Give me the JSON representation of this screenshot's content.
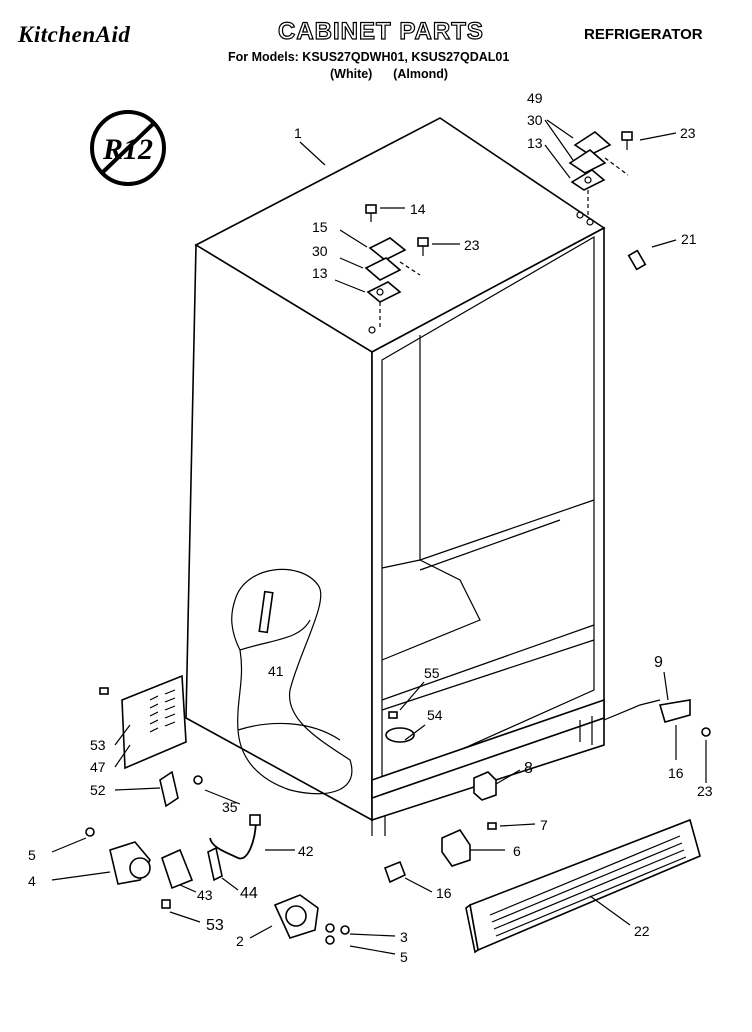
{
  "header": {
    "brand": "KitchenAid",
    "title": "CABINET PARTS",
    "appliance": "REFRIGERATOR",
    "models_line": "For Models: KSUS27QDWH01, KSUS27QDAL01",
    "variants_line": "(White)      (Almond)"
  },
  "badge": {
    "text": "R12"
  },
  "callouts": [
    {
      "id": "1",
      "label": "1"
    },
    {
      "id": "49",
      "label": "49"
    },
    {
      "id": "30a",
      "label": "30"
    },
    {
      "id": "13a",
      "label": "13"
    },
    {
      "id": "23a",
      "label": "23"
    },
    {
      "id": "14",
      "label": "14"
    },
    {
      "id": "15",
      "label": "15"
    },
    {
      "id": "30b",
      "label": "30"
    },
    {
      "id": "23b",
      "label": "23"
    },
    {
      "id": "13b",
      "label": "13"
    },
    {
      "id": "21",
      "label": "21"
    },
    {
      "id": "41",
      "label": "41"
    },
    {
      "id": "55",
      "label": "55"
    },
    {
      "id": "54",
      "label": "54"
    },
    {
      "id": "9",
      "label": "9"
    },
    {
      "id": "53a",
      "label": "53"
    },
    {
      "id": "47",
      "label": "47"
    },
    {
      "id": "52",
      "label": "52"
    },
    {
      "id": "35",
      "label": "35"
    },
    {
      "id": "8",
      "label": "8"
    },
    {
      "id": "16a",
      "label": "16"
    },
    {
      "id": "23c",
      "label": "23"
    },
    {
      "id": "7",
      "label": "7"
    },
    {
      "id": "6",
      "label": "6"
    },
    {
      "id": "5a",
      "label": "5"
    },
    {
      "id": "42",
      "label": "42"
    },
    {
      "id": "4",
      "label": "4"
    },
    {
      "id": "43",
      "label": "43"
    },
    {
      "id": "44",
      "label": "44"
    },
    {
      "id": "16b",
      "label": "16"
    },
    {
      "id": "53b",
      "label": "53"
    },
    {
      "id": "22",
      "label": "22"
    },
    {
      "id": "3",
      "label": "3"
    },
    {
      "id": "2",
      "label": "2"
    },
    {
      "id": "5b",
      "label": "5"
    }
  ]
}
